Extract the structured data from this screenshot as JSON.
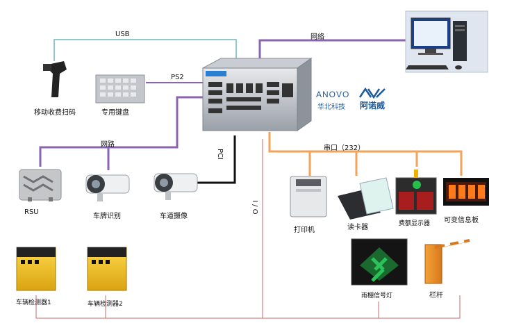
{
  "connections": {
    "usb": "USB",
    "ps2": "PS2",
    "network_top": "网络",
    "network_left": "网路",
    "pci": "PCI",
    "io": "I / O",
    "serial": "串口（232）"
  },
  "devices": {
    "scanner": "移动收费扫码",
    "keyboard": "专用键盘",
    "rsu": "RSU",
    "plate_recognition": "车牌识别",
    "lane_camera": "车道摄像",
    "detector1": "车辆检测器1",
    "detector2": "车辆检测器2",
    "printer": "打印机",
    "card_reader": "读卡器",
    "fee_display": "费额显示器",
    "vms": "可变信息板",
    "canopy_light": "雨棚信号灯",
    "barrier": "栏杆"
  },
  "brand": {
    "name_en": "ANOVO",
    "name_cn": "华北科技",
    "logo_text": "阿诺威"
  },
  "colors": {
    "usb_line": "#6fb7bd",
    "network_line": "#8a64b0",
    "serial_line": "#f2a35a",
    "io_line": "#c86a6a",
    "pci_line": "#111111"
  }
}
